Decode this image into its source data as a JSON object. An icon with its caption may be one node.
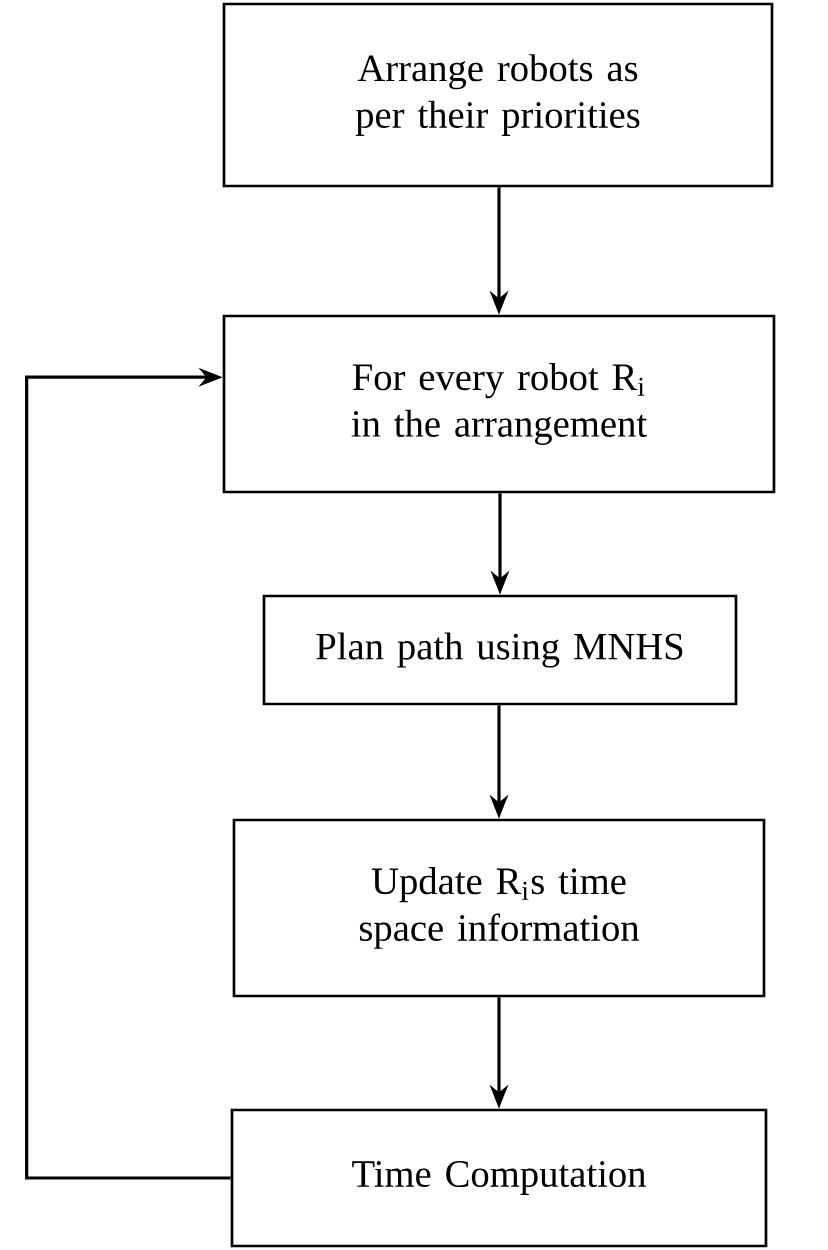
{
  "diagram": {
    "nodes": [
      {
        "text": [
          "Arrange robots as per their priorities"
        ]
      },
      {
        "text": [
          "For every robot R$_{i}$ in the arrangement"
        ]
      },
      {
        "text": [
          "Plan path using MNHS"
        ]
      },
      {
        "text": [
          "Update R$_{i}$s time space information"
        ]
      },
      {
        "text": [
          "Time Computation"
        ]
      }
    ],
    "edges": [
      {
        "from": 0,
        "to": 1,
        "arrow": "to"
      },
      {
        "from": 1,
        "to": 2,
        "arrow": "to"
      },
      {
        "from": 2,
        "to": 3,
        "arrow": "to"
      },
      {
        "from": 3,
        "to": 4,
        "arrow": "to"
      },
      {
        "from": 4,
        "to": 1,
        "arrow": "to"
      }
    ]
  }
}
